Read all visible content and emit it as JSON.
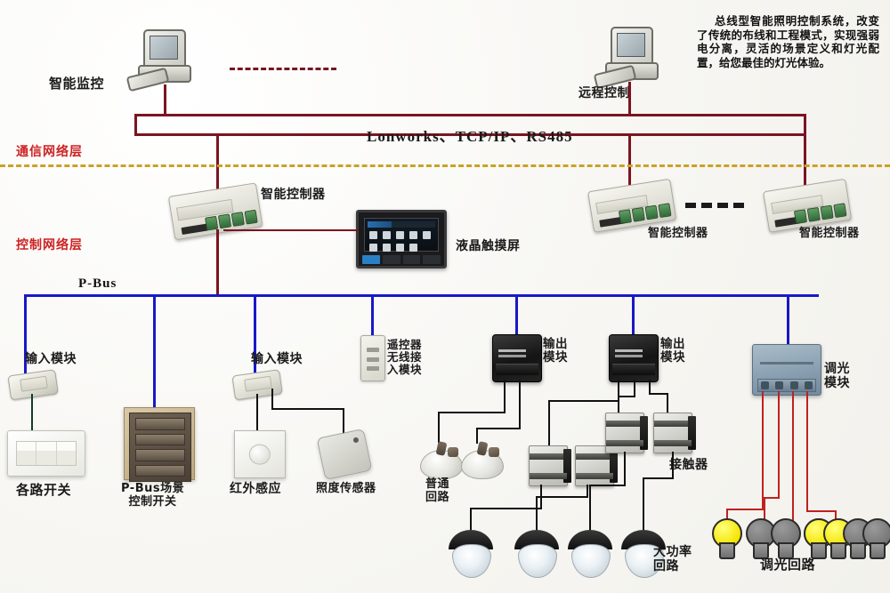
{
  "diagram": {
    "title_note": "总线型智能照明控制系统，改变了传统的布线和工程模式，实现强弱电分离，灵活的场景定义和灯光配置，给您最佳的灯光体验。",
    "layers": [
      {
        "id": "comm",
        "label": "通信网络层"
      },
      {
        "id": "ctrl",
        "label": "控制网络层"
      }
    ],
    "buses": {
      "protocol_label": "Lonworks、TCP/IP、RS485",
      "field_bus_label": "P-Bus"
    },
    "nodes": {
      "monitor_pc": "智能监控",
      "remote_pc": "远程控制",
      "controller_main": "智能控制器",
      "controller_2": "智能控制器",
      "controller_3": "智能控制器",
      "touch_screen": "液晶触摸屏",
      "input_module_1": "输入模块",
      "input_module_2": "输入模块",
      "wireless_module": "遥控器\n无线接\n入模块",
      "output_module_1": "输出\n模块",
      "output_module_2": "输出\n模块",
      "dimming_module": "调光\n模块",
      "wall_switches": "各路开关",
      "scene_switch": "P-Bus场景\n控制开关",
      "ir_sensor": "红外感应",
      "lux_sensor": "照度传感器",
      "contactor": "接触器",
      "normal_circuit": "普通\n回路",
      "high_power_circuit": "大功率\n回路",
      "dimming_circuit": "调光回路"
    },
    "bulbs": [
      "on",
      "off",
      "off",
      "on",
      "on",
      "off",
      "off"
    ],
    "colors": {
      "comm_bus": "#7a1520",
      "field_bus": "#1818c8",
      "divider": "#c9a227",
      "layer_label": "#cc2222",
      "load_wire": "#111111",
      "dim_wire": "#c0201f",
      "bulb_on": "#f5e400",
      "bulb_off": "#777777"
    }
  }
}
